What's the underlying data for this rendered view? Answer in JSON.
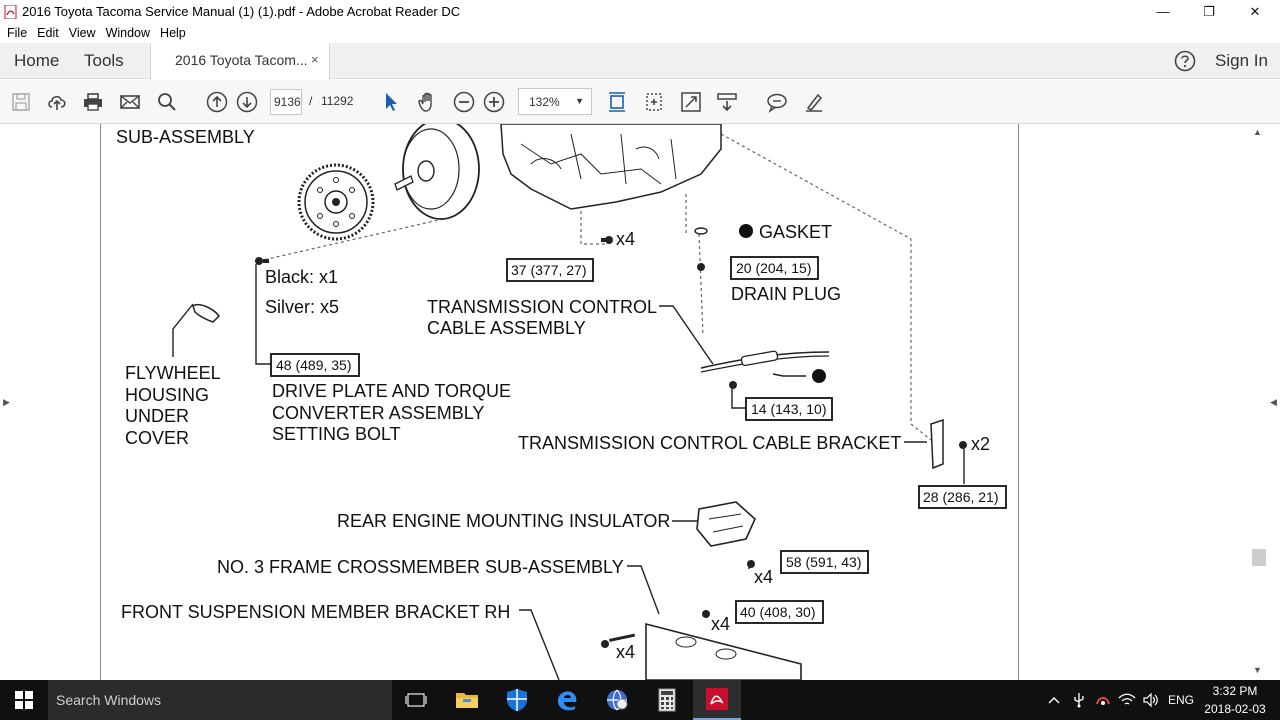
{
  "window": {
    "title": "2016 Toyota Tacoma Service Manual (1) (1).pdf - Adobe Acrobat Reader DC",
    "minimize": "—",
    "maximize": "❐",
    "close": "✕"
  },
  "menu": [
    "File",
    "Edit",
    "View",
    "Window",
    "Help"
  ],
  "tabs": {
    "home": "Home",
    "tools": "Tools",
    "document": "2016 Toyota Tacom...",
    "close": "×"
  },
  "account": {
    "sign_in": "Sign In"
  },
  "toolbar": {
    "page_current": "9136",
    "page_separator": "/",
    "page_total": "11292",
    "zoom": "132%"
  },
  "diagram": {
    "labels": {
      "sub_assembly": "SUB-ASSEMBLY",
      "x4_a": "x4",
      "gasket": "GASKET",
      "torque_37": "37 (377, 27)",
      "torque_20": "20 (204, 15)",
      "drain_plug": "DRAIN PLUG",
      "black": "Black: x1",
      "silver": "Silver: x5",
      "tcc_line1": "TRANSMISSION CONTROL",
      "tcc_line2": "CABLE ASSEMBLY",
      "flywheel_1": "FLYWHEEL",
      "flywheel_2": "HOUSING",
      "flywheel_3": "UNDER",
      "flywheel_4": "COVER",
      "torque_48": "48 (489, 35)",
      "dp_line1": "DRIVE PLATE AND TORQUE",
      "dp_line2": "CONVERTER ASSEMBLY",
      "dp_line3": "SETTING BOLT",
      "torque_14": "14 (143, 10)",
      "tccb": "TRANSMISSION CONTROL CABLE BRACKET",
      "x2": "x2",
      "torque_28": "28 (286, 21)",
      "rear_mount": "REAR ENGINE MOUNTING INSULATOR",
      "crossmember": "NO. 3 FRAME CROSSMEMBER SUB-ASSEMBLY",
      "x4_b": "x4",
      "torque_58": "58 (591, 43)",
      "front_susp": "FRONT SUSPENSION MEMBER BRACKET RH",
      "torque_40": "40 (408, 30)",
      "x4_c": "x4",
      "x4_d": "x4"
    }
  },
  "taskbar": {
    "search_placeholder": "Search Windows",
    "language": "ENG",
    "time": "3:32 PM",
    "date": "2018-02-03"
  }
}
